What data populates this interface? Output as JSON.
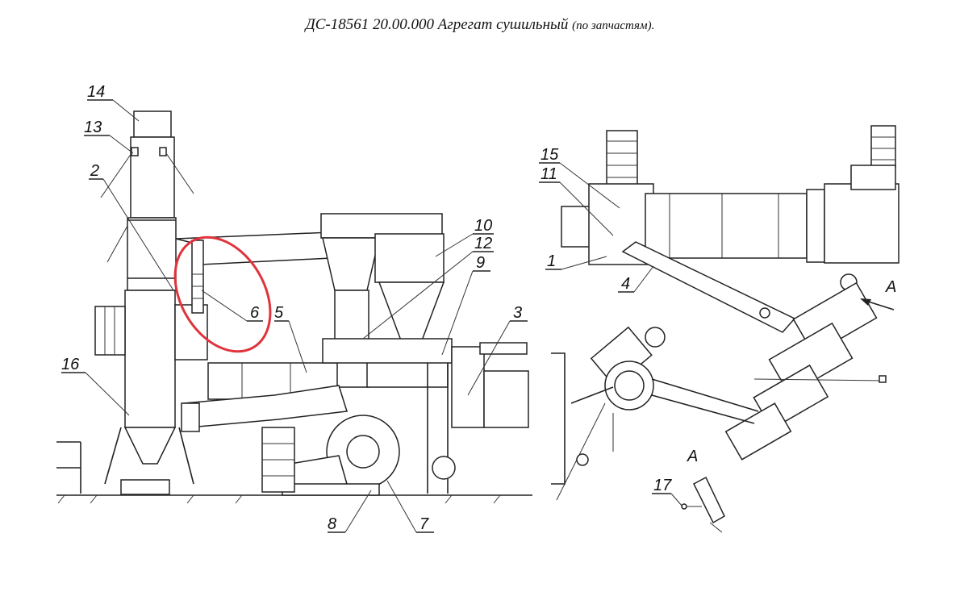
{
  "title": {
    "main": "ДС-18561 20.00.000  Агрегат сушильный",
    "sub": "(по запчастям)."
  },
  "view_label_a": "А",
  "view_label_a_section": "А",
  "callouts": [
    "1",
    "2",
    "3",
    "4",
    "5",
    "6",
    "7",
    "8",
    "9",
    "10",
    "11",
    "12",
    "13",
    "14",
    "15",
    "16",
    "17"
  ],
  "highlight": {
    "color": "#e0333b",
    "target": "6"
  }
}
